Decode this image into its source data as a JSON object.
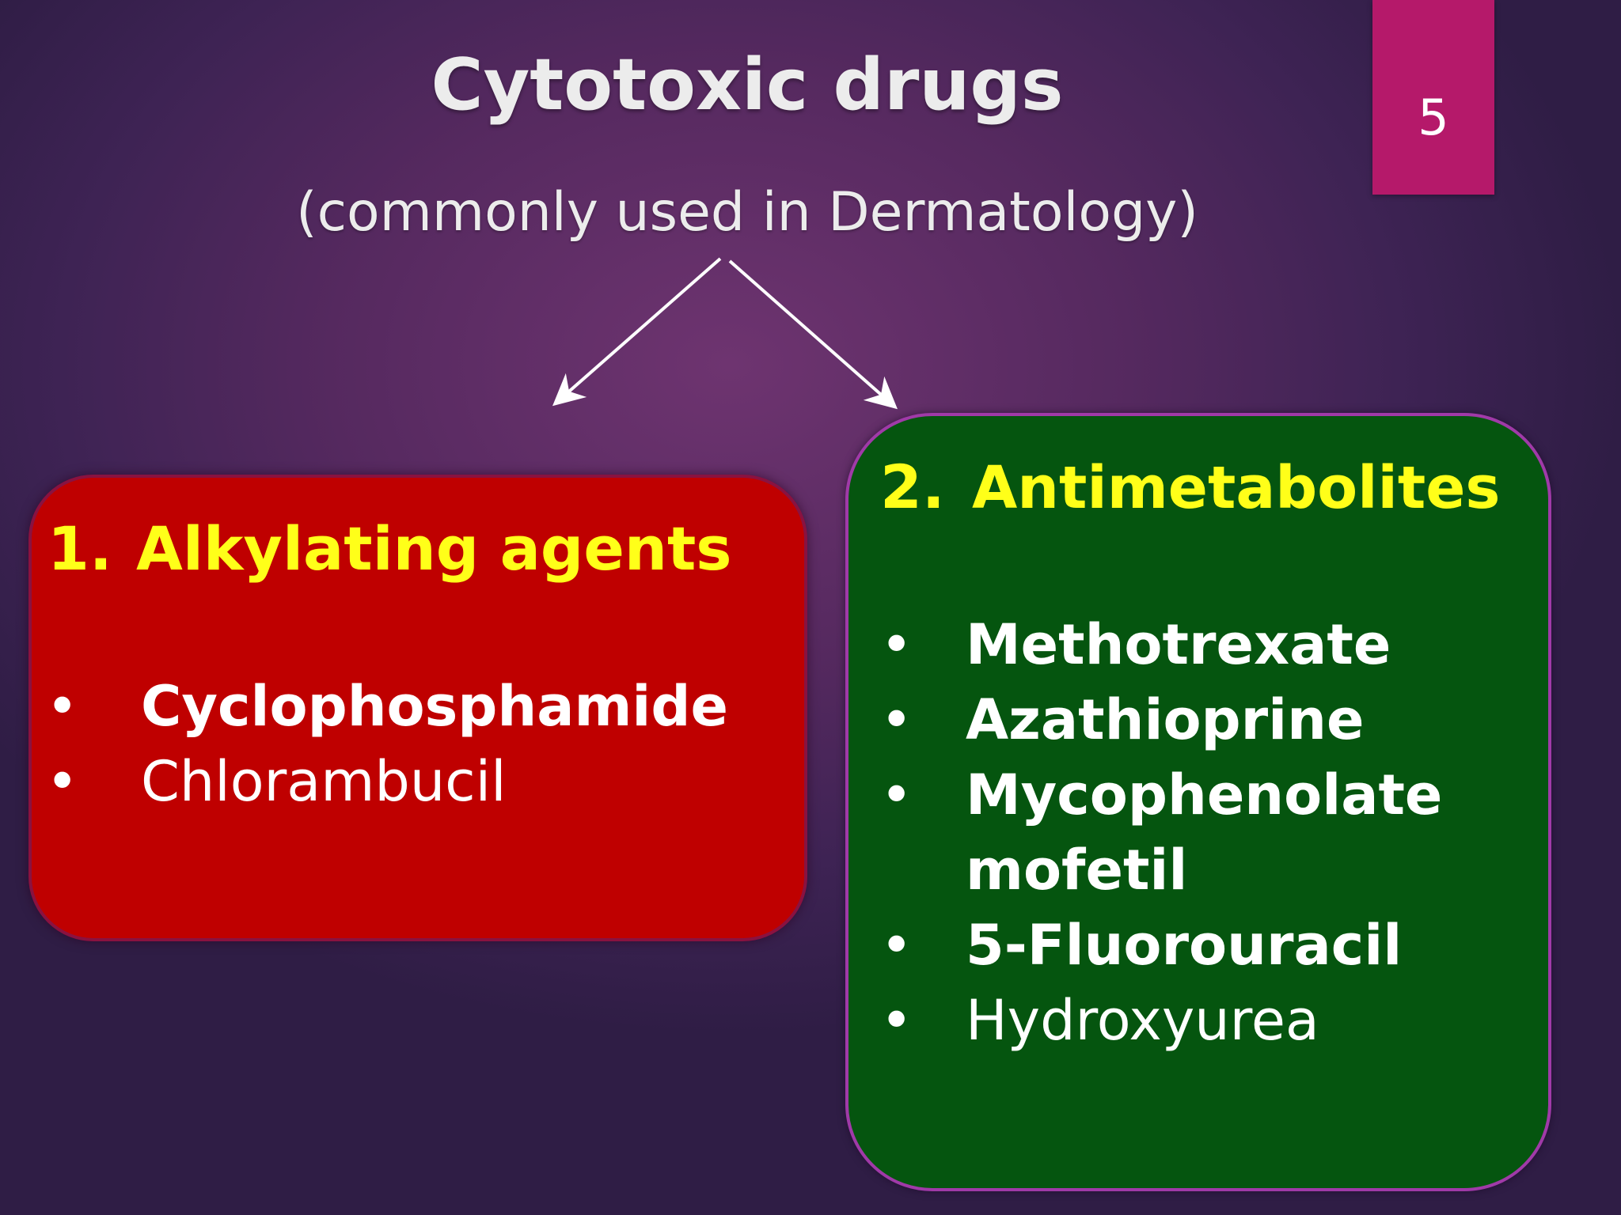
{
  "slide": {
    "title": "Cytotoxic drugs",
    "subtitle": "(commonly used in Dermatology)",
    "number": "5"
  },
  "colors": {
    "background": "#4a2560",
    "slide_number_tab": "#b5196a",
    "alkylating_box": "#bf0000",
    "antimetabolites_box": "#05550f",
    "heading_text": "#ffff19",
    "bullet_text": "#ffffff"
  },
  "groups": [
    {
      "number": "1.",
      "heading": "Alkylating agents",
      "items": [
        {
          "text": "Cyclophosphamide",
          "bold": true
        },
        {
          "text": "Chlorambucil",
          "bold": false
        }
      ]
    },
    {
      "number": "2.",
      "heading": "Antimetabolites",
      "items": [
        {
          "text": "Methotrexate",
          "bold": true
        },
        {
          "text": "Azathioprine",
          "bold": true
        },
        {
          "text": "Mycophenolate mofetil",
          "bold": true
        },
        {
          "text": "5-Fluorouracil",
          "bold": true
        },
        {
          "text": "Hydroxyurea",
          "bold": false
        }
      ]
    }
  ],
  "bullet_glyph": "•"
}
